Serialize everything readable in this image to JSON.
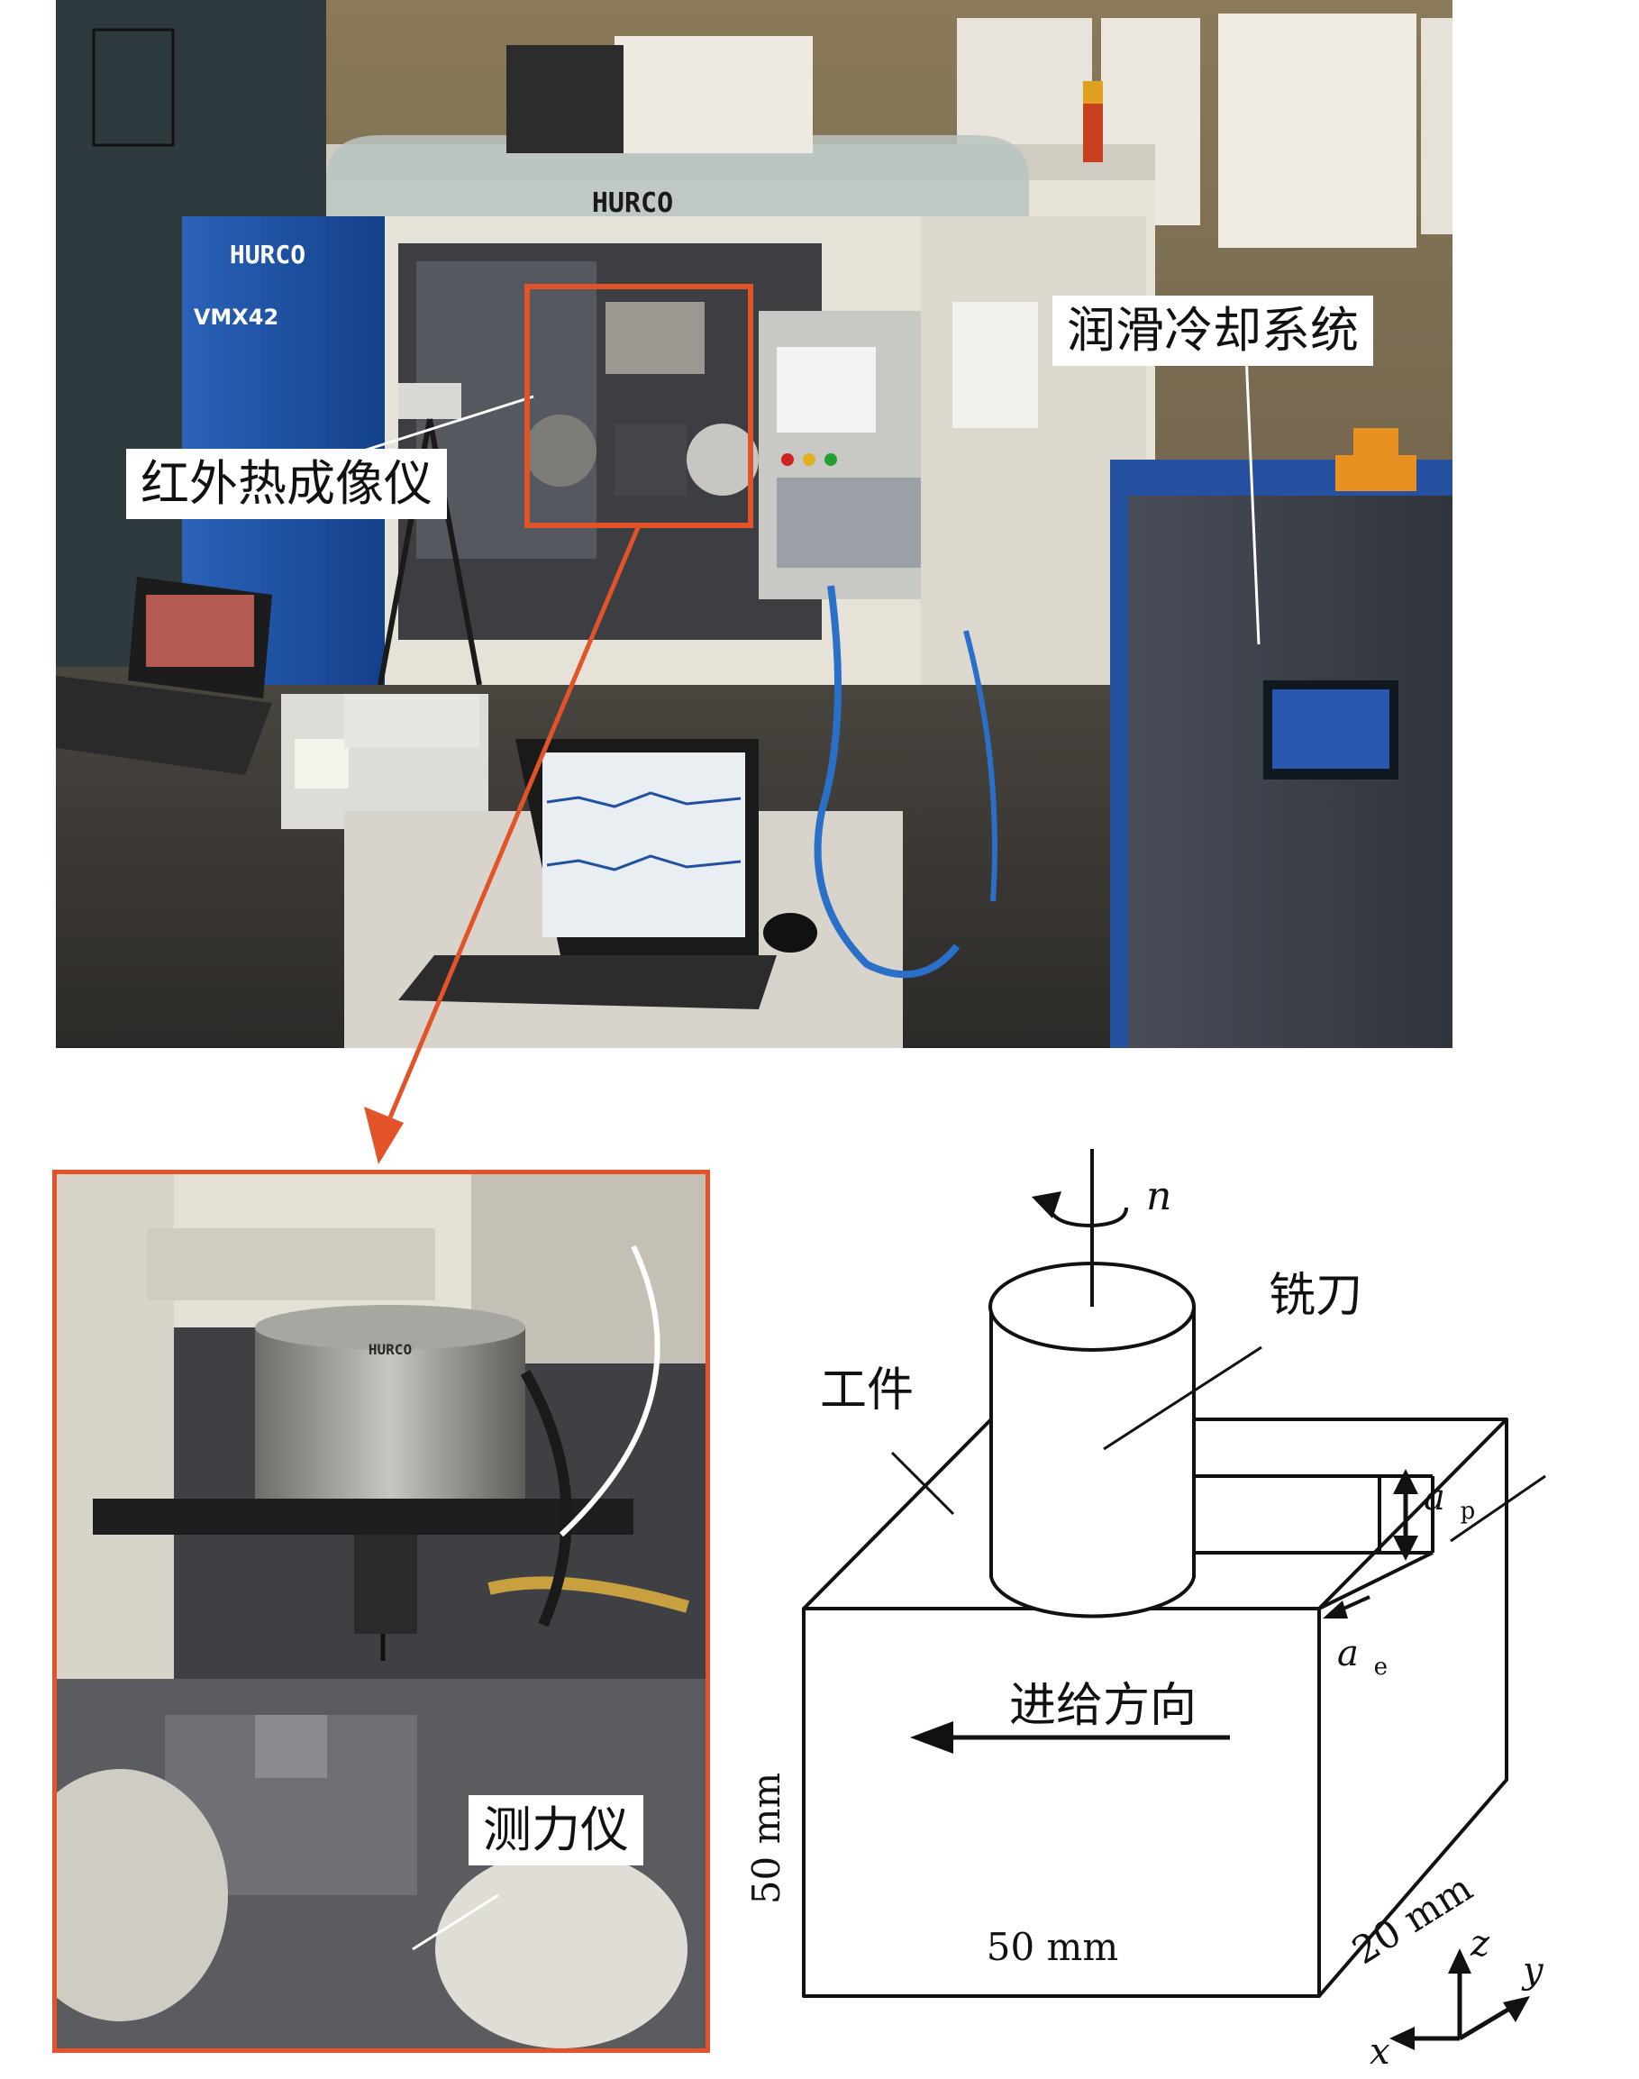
{
  "top_photo": {
    "brand_banner": "HURCO",
    "brand_side": "HURCO",
    "model": "VMX42",
    "label_infrared": "红外热成像仪",
    "label_cooling": "润滑冷却系统"
  },
  "inset_photo": {
    "brand": "HURCO",
    "label_dynamometer": "测力仪"
  },
  "diagram": {
    "label_n": "n",
    "label_tool": "铣刀",
    "label_workpiece": "工件",
    "label_ap": "a",
    "label_ap_sub": "p",
    "label_ae": "a",
    "label_ae_sub": "e",
    "label_feed": "进给方向",
    "dim_height": "50 mm",
    "dim_width": "50 mm",
    "dim_depth": "20 mm",
    "axis_x": "x",
    "axis_y": "y",
    "axis_z": "z"
  },
  "colors": {
    "highlight": "#e2532a",
    "machine_blue": "#1d55a8",
    "ink": "#111111"
  }
}
